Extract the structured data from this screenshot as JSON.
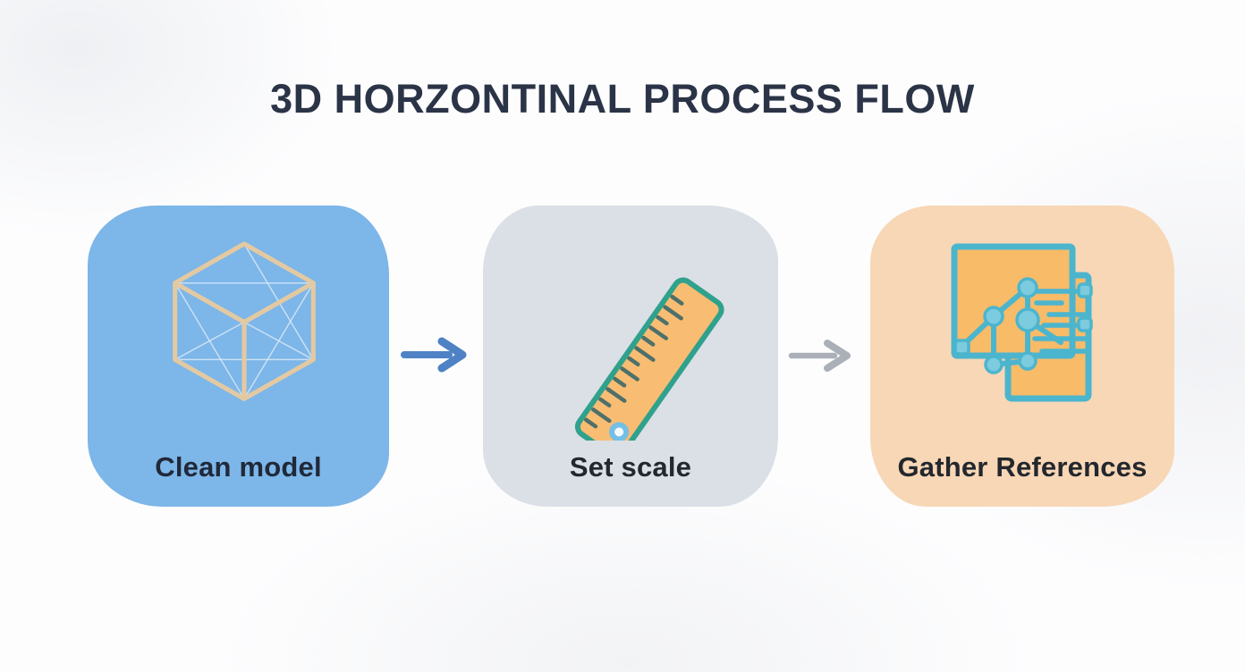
{
  "page": {
    "background": "#fdfdfe",
    "title_color": "#2b3447"
  },
  "title": "3D HORZONTINAL PROCESS FLOW",
  "flow": {
    "steps": [
      {
        "label": "Clean model",
        "icon": "wireframe-cube-icon",
        "card_color": "#7db6e8",
        "label_color": "#20293a",
        "icon_colors": {
          "edge": "#e3c9a2",
          "faint": "#dcebf7"
        }
      },
      {
        "label": "Set scale",
        "icon": "ruler-icon",
        "card_color": "#dbdfe6",
        "label_color": "#23272e",
        "icon_colors": {
          "body": "#f8bd72",
          "outline": "#2fa18d",
          "ticks": "#4d706a",
          "hole": "#74bfe5"
        }
      },
      {
        "label": "Gather References",
        "icon": "reference-graph-icon",
        "card_color": "#f8d7b6",
        "label_color": "#23272e",
        "icon_colors": {
          "panel": "#f8bb68",
          "outline": "#4cb5ce",
          "nodes": "#7ccbde"
        }
      }
    ],
    "connectors": [
      {
        "name": "arrow-1",
        "direction": "right",
        "color": "#4e82c4"
      },
      {
        "name": "arrow-2",
        "direction": "right",
        "color": "#abb0b8"
      }
    ]
  }
}
